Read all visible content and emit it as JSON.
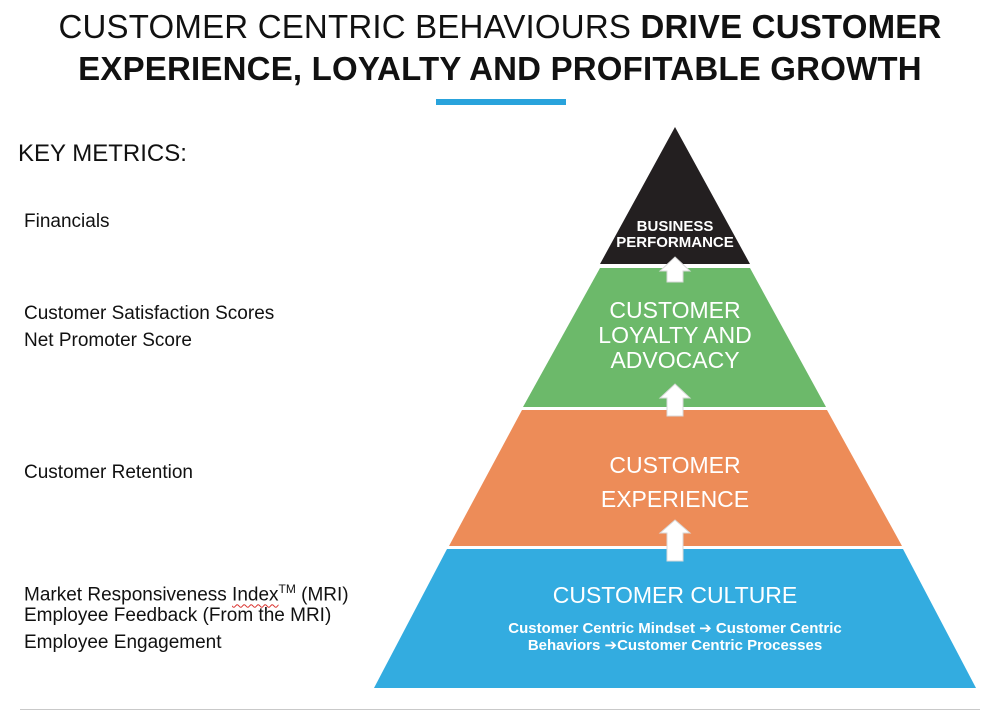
{
  "title": {
    "normal": "CUSTOMER CENTRIC BEHAVIOURS ",
    "bold_line1": "DRIVE CUSTOMER",
    "bold_line2": "EXPERIENCE, LOYALTY AND PROFITABLE GROWTH"
  },
  "colors": {
    "accent": "#29a3dc",
    "top_layer": "#231f20",
    "loyalty_layer": "#6cb96a",
    "experience_layer": "#ed8c58",
    "culture_layer": "#33ace0"
  },
  "metrics": {
    "heading": "KEY METRICS:",
    "financials": "Financials",
    "satisfaction": "Customer Satisfaction Scores",
    "nps": "Net Promoter Score",
    "retention": "Customer Retention",
    "mri_prefix": "Market Responsiveness ",
    "mri_index": "Index",
    "mri_tm": "TM",
    "mri_suffix": " (MRI)",
    "feedback": "Employee Feedback (From the MRI)",
    "engagement": "Employee Engagement"
  },
  "pyramid": {
    "top_line1": "BUSINESS",
    "top_line2": "PERFORMANCE",
    "loyalty_line1": "CUSTOMER",
    "loyalty_line2": "LOYALTY AND",
    "loyalty_line3": "ADVOCACY",
    "experience_line1": "CUSTOMER",
    "experience_line2": "EXPERIENCE",
    "culture_title": "CUSTOMER CULTURE",
    "culture_line1": "Customer Centric Mindset ➔ Customer Centric",
    "culture_line2": "Behaviors ➔Customer Centric Processes"
  }
}
